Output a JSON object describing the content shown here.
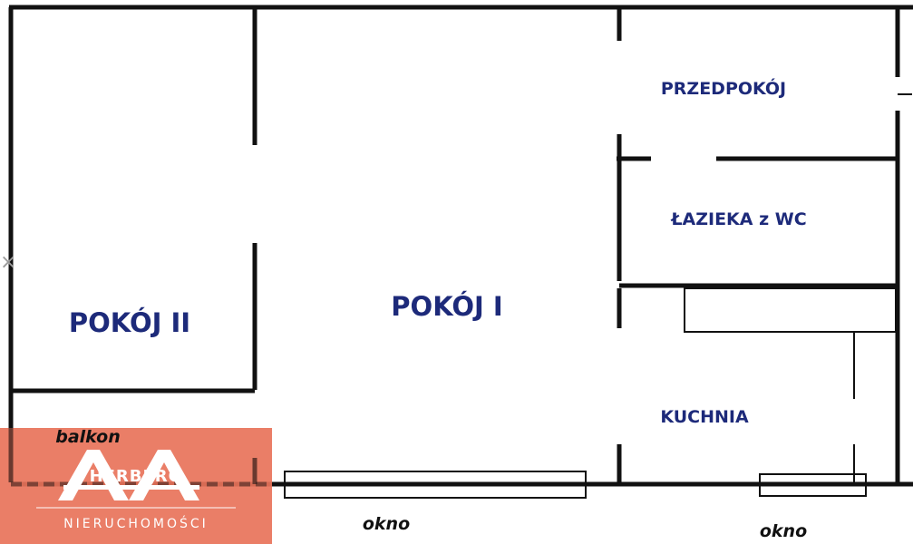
{
  "rooms": {
    "pokoj_1": "POKÓJ I",
    "pokoj_2": "POKÓJ II",
    "przedpokoj": "PRZEDPOKÓJ",
    "lazienka": "ŁAZIEKA z WC",
    "kuchnia": "KUCHNIA"
  },
  "notes": {
    "balkon": "balkon",
    "okno_left": "okno",
    "okno_right": "okno"
  },
  "logo": {
    "brand": "HERBERG",
    "subtitle": "NIERUCHOMOŚCI",
    "background_color": "#e8735a"
  },
  "colors": {
    "label_color": "#1d2a7a",
    "wall_color": "#111111"
  }
}
